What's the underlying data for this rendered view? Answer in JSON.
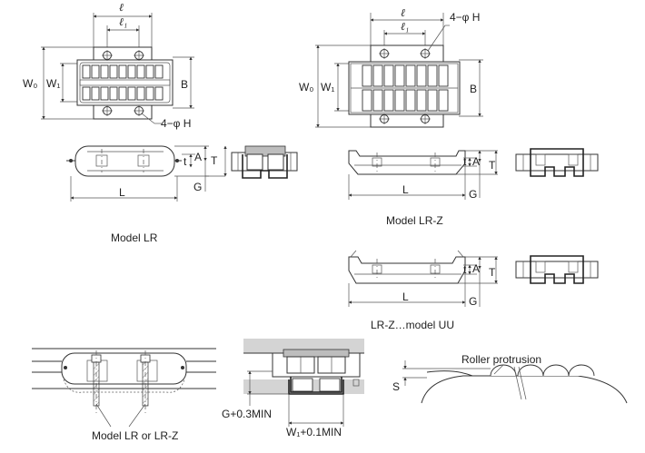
{
  "labels": {
    "model_lr": "Model LR",
    "model_lrz": "Model LR-Z",
    "model_lrz_uu": "LR-Z…model UU",
    "model_lr_or_lrz": "Model LR or LR-Z",
    "roller_protrusion": "Roller protrusion",
    "g_min": "G+0.3MIN",
    "w1_min": "W₁+0.1MIN"
  },
  "dims": {
    "ell": "ℓ",
    "ell1": "ℓ₁",
    "hole": "4−φ H",
    "w0": "W₀",
    "w1": "W₁",
    "b": "B",
    "a": "A",
    "t_small": "t",
    "t_big": "T",
    "g": "G",
    "l": "L",
    "s": "S"
  }
}
